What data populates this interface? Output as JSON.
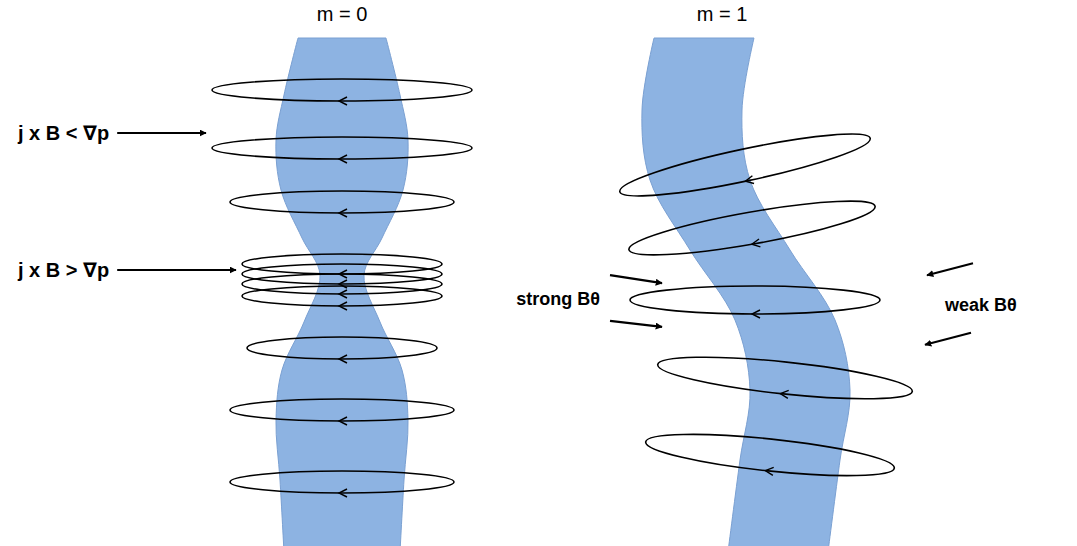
{
  "diagram": {
    "labels": [
      "m = 0",
      "m = 1",
      "j x B < ∇p",
      "j x B > ∇p",
      "strong Bθ",
      "weak Bθ"
    ]
  }
}
